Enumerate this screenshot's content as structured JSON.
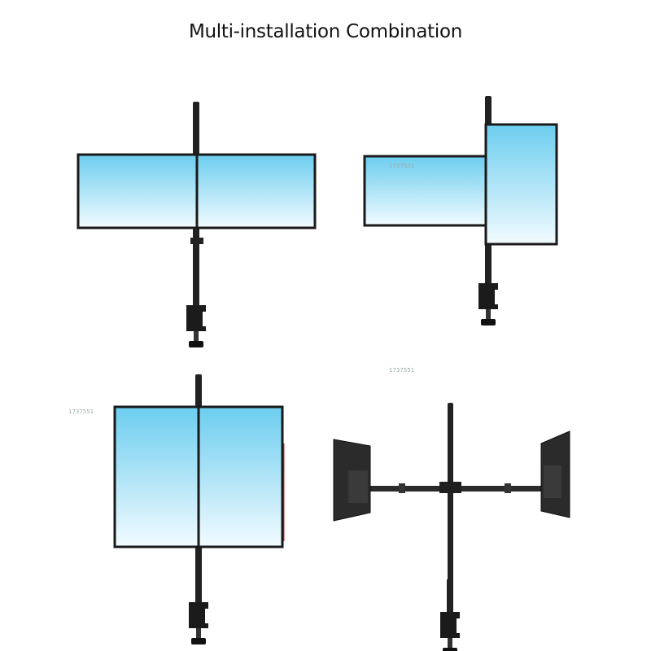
{
  "title": "Multi-installation Combination",
  "watermark": "1737551",
  "colors": {
    "screen_top": "#6ccdef",
    "screen_bottom": "#f2fbff",
    "frame": "#1a1a1a",
    "pole": "#222222"
  },
  "configurations": [
    {
      "label": "",
      "layout": "two-landscape"
    },
    {
      "label": "",
      "layout": "landscape-portrait"
    },
    {
      "label": "",
      "layout": "two-portrait"
    },
    {
      "label": "",
      "layout": "side-view-arms"
    }
  ]
}
